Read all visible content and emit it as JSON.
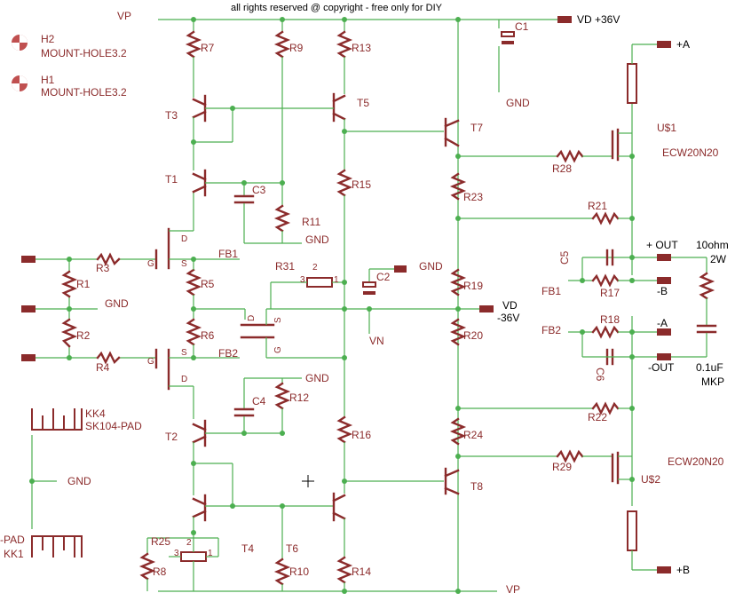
{
  "header": {
    "copyright": "all rights reserved @ copyright - free only for DIY"
  },
  "supply": {
    "vp_top": "VP",
    "vp_bottom": "VP",
    "vd_pos": "VD +36V",
    "vd_neg": "VD",
    "vd_neg_value": "-36V",
    "vn": "VN"
  },
  "mount_holes": [
    {
      "ref": "H2",
      "value": "MOUNT-HOLE3.2"
    },
    {
      "ref": "H1",
      "value": "MOUNT-HOLE3.2"
    }
  ],
  "resistors": {
    "r1": "R1",
    "r2": "R2",
    "r3": "R3",
    "r4": "R4",
    "r5": "R5",
    "r6": "R6",
    "r7": "R7",
    "r8": "R8",
    "r9": "R9",
    "r10": "R10",
    "r11": "R11",
    "r12": "R12",
    "r13": "R13",
    "r14": "R14",
    "r15": "R15",
    "r16": "R16",
    "r17": "R17",
    "r18": "R18",
    "r19": "R19",
    "r20": "R20",
    "r21": "R21",
    "r22": "R22",
    "r23": "R23",
    "r24": "R24",
    "r25": "R25",
    "r28": "R28",
    "r29": "R29",
    "r31": "R31"
  },
  "capacitors": {
    "c1": "C1",
    "c2": "C2",
    "c3": "C3",
    "c4": "C4",
    "c5": "C5",
    "c6": "C6"
  },
  "transistors": {
    "t1": "T1",
    "t2": "T2",
    "t3": "T3",
    "t4": "T4",
    "t5": "T5",
    "t6": "T6",
    "t7": "T7",
    "t8": "T8"
  },
  "fets": {
    "us1": "U$1",
    "us2": "U$2",
    "fet_value": "ECW20N20"
  },
  "heatsinks": [
    {
      "ref": "KK4",
      "value": "SK104-PAD"
    },
    {
      "ref": "KK1",
      "value": "-PAD"
    }
  ],
  "nets": {
    "gnd": "GND",
    "fb1": "FB1",
    "fb2": "FB2"
  },
  "pins": {
    "d": "D",
    "s": "S",
    "g": "G",
    "one": "1",
    "two": "2",
    "three": "3"
  },
  "outputs": {
    "plus_a": "+A",
    "plus_b": "+B",
    "minus_a": "-A",
    "minus_b": "-B",
    "plus_out": "+ OUT",
    "minus_out": "-OUT"
  },
  "load": {
    "res_value": "10ohm",
    "res_power": "2W",
    "cap_value": "0.1uF",
    "cap_type": "MKP"
  }
}
